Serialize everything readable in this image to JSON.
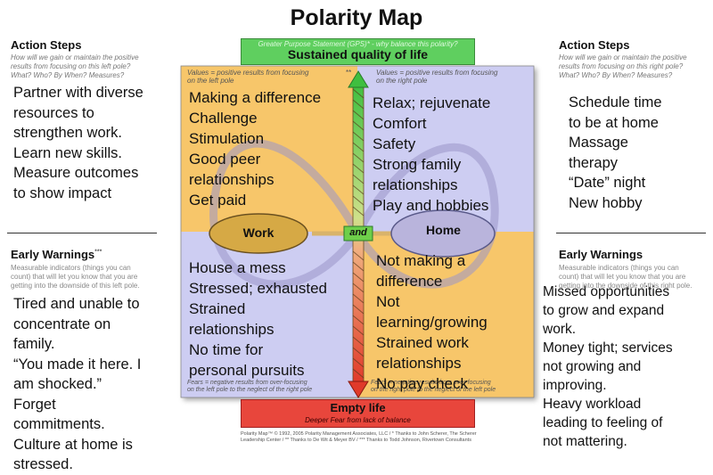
{
  "title": "Polarity Map",
  "left": {
    "action_heading": "Action Steps",
    "action_sub": [
      "How will we gain or maintain the positive",
      "results from focusing on this left pole?",
      "What? Who? By When? Measures?"
    ],
    "action_items": [
      "Partner with diverse",
      "resources to",
      "strengthen work.",
      "Learn new skills.",
      "Measure outcomes",
      "to show impact"
    ],
    "warning_heading": "Early Warnings",
    "warning_mark": "***",
    "warning_sub": [
      "Measurable indicators (things you can",
      "count) that will let you know that you are",
      "getting into the downside of this left pole."
    ],
    "warning_items": [
      "Tired and unable to",
      "concentrate on",
      "family.",
      "“You made it here. I",
      "am shocked.”",
      "Forget",
      "commitments.",
      "Culture at home is",
      "stressed."
    ]
  },
  "right": {
    "action_heading": "Action Steps",
    "action_sub": [
      "How will we gain or maintain the positive",
      "results from focusing on this right pole?",
      "What? Who? By When? Measures?"
    ],
    "action_items": [
      "Schedule time",
      "to be at home",
      "Massage",
      "therapy",
      "“Date” night",
      "New hobby"
    ],
    "warning_heading": "Early Warnings",
    "warning_sub": [
      "Measurable indicators (things you can",
      "count) that will let you know that you are",
      "getting into the downside of this right pole."
    ],
    "warning_items": [
      "Missed opportunities",
      "to grow and expand",
      "work.",
      "Money tight; services",
      "not growing and",
      "improving.",
      "Heavy workload",
      "leading to feeling of",
      "not mattering."
    ]
  },
  "gps": {
    "sub": "Greater Purpose Statement (GPS)* - why balance this polarity?",
    "label": "Sustained quality of life"
  },
  "deeper_fear": {
    "label": "Empty life",
    "sub": "Deeper Fear from lack of balance"
  },
  "quadrants": {
    "upper_left": {
      "caption": [
        "Values = positive results from focusing",
        "on the left pole"
      ],
      "mark": "**",
      "items": [
        "Making a difference",
        "Challenge",
        "Stimulation",
        "Good peer",
        "relationships",
        "Get paid"
      ]
    },
    "upper_right": {
      "caption": [
        "Values = positive results from focusing",
        "on the right pole"
      ],
      "items": [
        "Relax; rejuvenate",
        "Comfort",
        "Safety",
        "Strong family",
        "relationships",
        "Play and hobbies"
      ]
    },
    "lower_left": {
      "caption": [
        "Fears = negative results from over-focusing",
        "on the left pole to the neglect of the right pole"
      ],
      "items": [
        "House a mess",
        "Stressed; exhausted",
        "Strained",
        "relationships",
        "No time for",
        "personal pursuits"
      ]
    },
    "lower_right": {
      "caption": [
        "Fears = negative results from over-focusing",
        "on the right pole to the neglect of the left pole"
      ],
      "items": [
        "Not making a",
        "difference",
        "Not",
        "learning/growing",
        "Strained work",
        "relationships",
        "No pay check"
      ]
    }
  },
  "poles": {
    "left": "Work",
    "right": "Home",
    "connector": "and"
  },
  "footer": [
    "Polarity Map™ © 1992, 2005 Polarity Management Associates, LLC / * Thanks to John Scherer, The Scherer",
    "Leadership Center / ** Thanks to De Wit & Meyer BV / *** Thanks to Todd Johnson, Rivertown Consultants"
  ],
  "colors": {
    "upper_left": "#f7c66a",
    "upper_right": "#cdcdf2",
    "lower_left": "#cdcdf2",
    "lower_right": "#f7c66a",
    "gps": "#5fcf5f",
    "fear": "#e8463c",
    "pole_fill": "#d6a945",
    "home_fill": "#b9b4dc"
  },
  "icons": [
    "up-arrow-icon",
    "down-arrow-icon",
    "infinity-loop-icon"
  ]
}
